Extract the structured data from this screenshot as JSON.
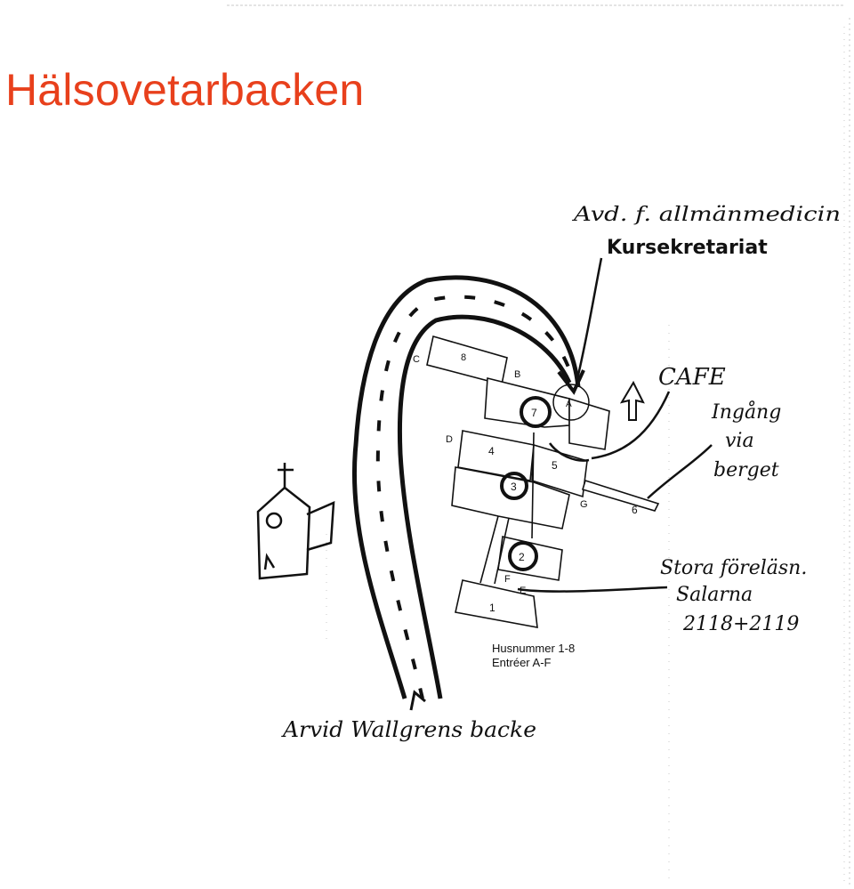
{
  "title": "Hälsovetarbacken",
  "annotations": {
    "dept_line1": "Avd. f. allmänmedicin",
    "dept_line2": "Kursekretariat",
    "cafe": "CAFE",
    "entrance_line1": "Ingång",
    "entrance_line2": "via",
    "entrance_line3": "berget",
    "lecture_line1": "Stora föreläsn.",
    "lecture_line2": "Salarna",
    "lecture_line3": "2118+2119",
    "road": "Arvid Wallgrens backe"
  },
  "legend": {
    "line1": "Husnummer 1-8",
    "line2": "Entréer A-F"
  },
  "buildings": {
    "b1": "1",
    "b2": "2",
    "b3": "3",
    "b4": "4",
    "b5": "5",
    "b6": "6",
    "b7": "7",
    "b8": "8"
  },
  "entrances": {
    "A": "A",
    "B": "B",
    "C": "C",
    "D": "D",
    "E": "E",
    "F": "F",
    "G": "G"
  },
  "colors": {
    "title": "#e8401c",
    "ink": "#111111"
  }
}
